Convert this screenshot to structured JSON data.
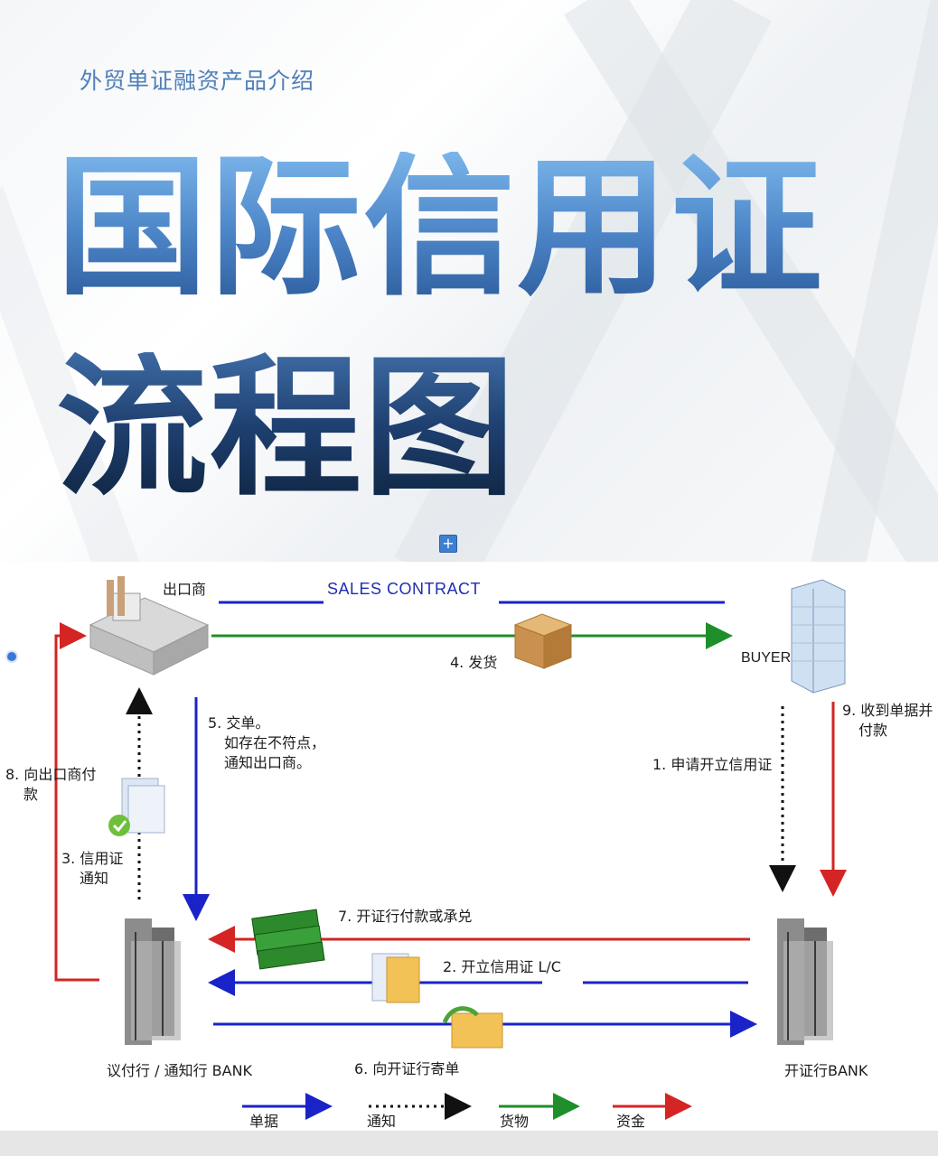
{
  "header": {
    "subtitle": "外贸单证融资产品介绍",
    "title_line1": "国际信用证",
    "title_line2": "流程图",
    "plus_glyph": "+"
  },
  "parties": {
    "exporter": "出口商",
    "buyer": "BUYER",
    "advising_bank": "议付行 / 通知行 BANK",
    "issuing_bank": "开证行BANK"
  },
  "flows": {
    "sales_contract": "SALES CONTRACT",
    "step1": "1. 申请开立信用证",
    "step2": "2. 开立信用证 L/C",
    "step3_line1": "3. 信用证",
    "step3_line2": "通知",
    "step4": "4. 发货",
    "step5_line1": "5. 交单。",
    "step5_line2": "如存在不符点，",
    "step5_line3": "通知出口商。",
    "step6": "6. 向开证行寄单",
    "step7": "7. 开证行付款或承兑",
    "step8_line1": "8. 向出口商付",
    "step8_line2": "款",
    "step9_line1": "9. 收到单据并",
    "step9_line2": "付款"
  },
  "legend": {
    "documents": "单据",
    "notice": "通知",
    "goods": "货物",
    "funds": "资金"
  },
  "colors": {
    "documents": "#1a23c8",
    "notice": "#111111",
    "goods": "#1e8f2a",
    "funds": "#d42424"
  }
}
